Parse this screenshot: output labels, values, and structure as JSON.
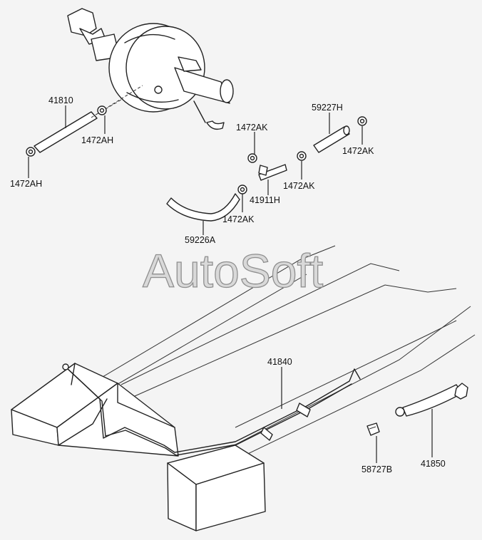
{
  "watermark": "AutoSoft",
  "labels": {
    "p41810": "41810",
    "p1472ah_a": "1472AH",
    "p1472ah_b": "1472AH",
    "p1472ak_a": "1472AK",
    "p1472ak_b": "1472AK",
    "p1472ak_c": "1472AK",
    "p1472ak_d": "1472AK",
    "p59227h": "59227H",
    "p41911h": "41911H",
    "p59226a": "59226A",
    "p41840": "41840",
    "p58727b": "58727B",
    "p41850": "41850"
  }
}
